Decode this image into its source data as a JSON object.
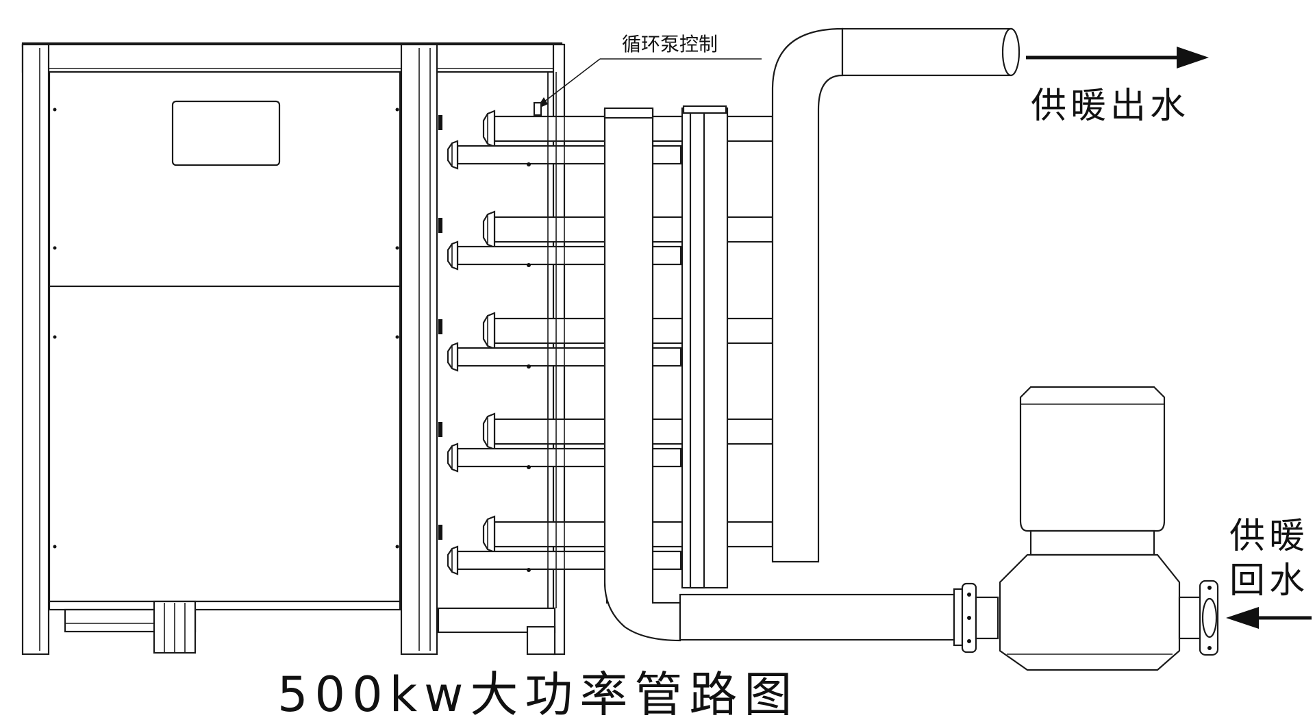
{
  "diagram": {
    "title": "500kw大功率管路图",
    "labels": {
      "pump_control": "循环泵控制",
      "supply_out": "供暖出水",
      "return_line1": "供暖",
      "return_line2": "回水"
    },
    "colors": {
      "line": "#1a1a1a",
      "fill": "#ffffff"
    },
    "components": [
      "boiler-cabinet",
      "heater-modules",
      "outlet-header",
      "return-header",
      "circulation-pump",
      "flow-arrows"
    ]
  }
}
